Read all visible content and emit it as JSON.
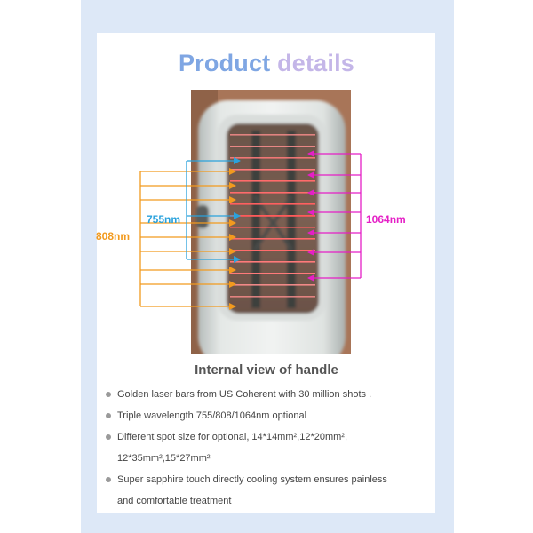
{
  "title": {
    "word1": "Product",
    "word2": "details"
  },
  "labels": {
    "wl_808": "808nm",
    "wl_755": "755nm",
    "wl_1064": "1064nm"
  },
  "subtitle": "Internal view of handle",
  "bullets": [
    {
      "lines": [
        "Golden laser bars from US Coherent with 30 million shots ."
      ]
    },
    {
      "lines": [
        "Triple wavelength 755/808/1064nm optional"
      ]
    },
    {
      "lines": [
        "Different spot size for optional, 14*14mm²,12*20mm²,",
        "12*35mm²,15*27mm²"
      ]
    },
    {
      "lines": [
        "Super sapphire touch directly cooling system ensures painless",
        "and comfortable treatment"
      ]
    }
  ],
  "colors": {
    "frame_bg": "#dde8f7",
    "title_blue": "#7fa6e3",
    "title_lilac": "#c4b6e8",
    "arrow_808": "#f29a1e",
    "arrow_755": "#2aa2dc",
    "arrow_1064": "#e51fc6",
    "laser_bar": "#ff6b6b"
  },
  "icons": [
    "arrow-right-icon",
    "arrow-left-icon",
    "bullet-dot-icon"
  ]
}
